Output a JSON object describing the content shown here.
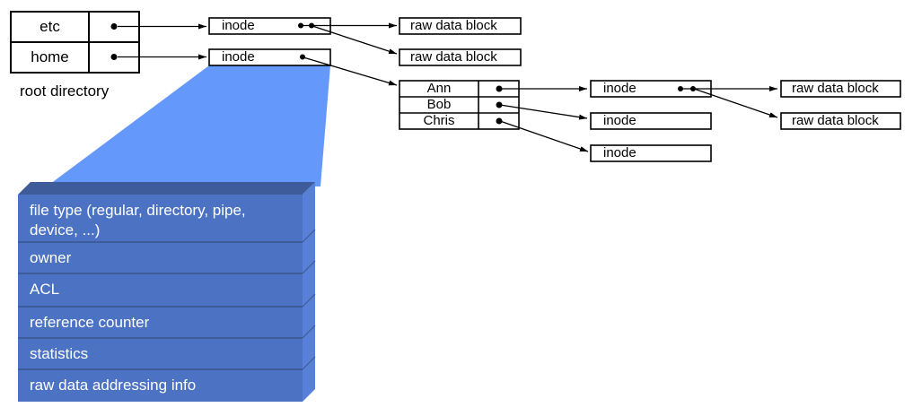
{
  "labels": {
    "inode": "inode",
    "raw_block": "raw data block",
    "root_caption": "root directory"
  },
  "root_table": {
    "rows": [
      "etc",
      "home"
    ]
  },
  "dir_table": {
    "rows": [
      "Ann",
      "Bob",
      "Chris"
    ]
  },
  "inode_fields": [
    "file type (regular, directory, pipe, device, ...)",
    "owner",
    "ACL",
    "reference counter",
    "statistics",
    "raw data addressing info"
  ],
  "colors": {
    "fan": "#6598FB",
    "front": "#4C72C4",
    "top": "#3E5C99",
    "side": "#5880D8",
    "separator": "#3E5C99",
    "box_fill": "#FFFFFF",
    "line": "#000000",
    "text_on_blue": "#FFFFFF"
  }
}
